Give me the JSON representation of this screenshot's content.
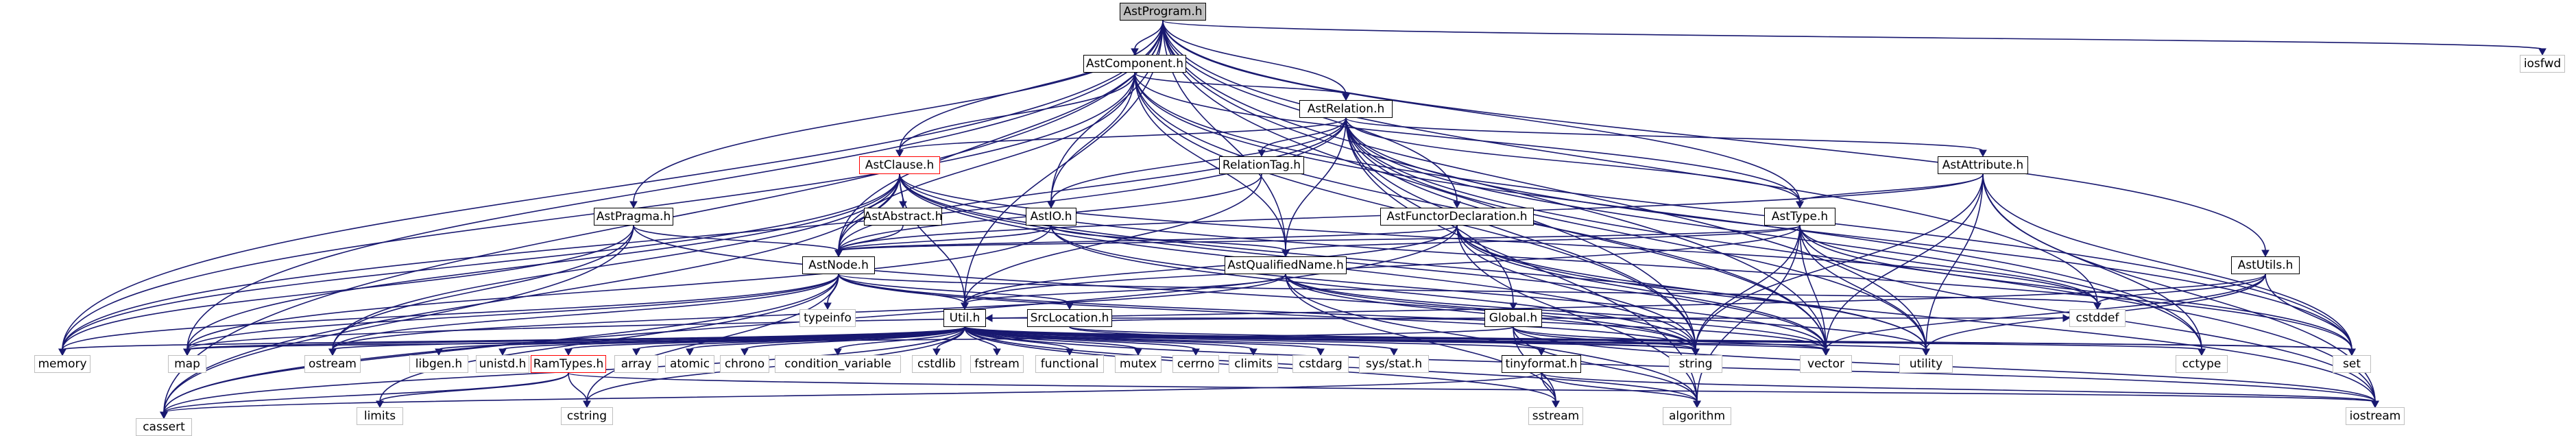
{
  "graph": {
    "root": "AstProgram.h",
    "nodes": [
      {
        "id": "AstProgram",
        "label": "AstProgram.h",
        "kind": "root"
      },
      {
        "id": "AstComponent",
        "label": "AstComponent.h",
        "kind": "internal"
      },
      {
        "id": "AstRelation",
        "label": "AstRelation.h",
        "kind": "internal"
      },
      {
        "id": "AstClause",
        "label": "AstClause.h",
        "kind": "incomplete"
      },
      {
        "id": "AstPragma",
        "label": "AstPragma.h",
        "kind": "internal"
      },
      {
        "id": "AstAbstract",
        "label": "AstAbstract.h",
        "kind": "internal"
      },
      {
        "id": "AstIO",
        "label": "AstIO.h",
        "kind": "internal"
      },
      {
        "id": "RelationTag",
        "label": "RelationTag.h",
        "kind": "internal"
      },
      {
        "id": "AstFunctorDeclaration",
        "label": "AstFunctorDeclaration.h",
        "kind": "internal"
      },
      {
        "id": "AstAttribute",
        "label": "AstAttribute.h",
        "kind": "internal"
      },
      {
        "id": "AstType",
        "label": "AstType.h",
        "kind": "internal"
      },
      {
        "id": "AstQualifiedName",
        "label": "AstQualifiedName.h",
        "kind": "internal"
      },
      {
        "id": "AstNode",
        "label": "AstNode.h",
        "kind": "internal"
      },
      {
        "id": "AstUtils",
        "label": "AstUtils.h",
        "kind": "internal"
      },
      {
        "id": "Global",
        "label": "Global.h",
        "kind": "internal"
      },
      {
        "id": "SrcLocation",
        "label": "SrcLocation.h",
        "kind": "internal"
      },
      {
        "id": "Util",
        "label": "Util.h",
        "kind": "internal"
      },
      {
        "id": "RamTypes",
        "label": "RamTypes.h",
        "kind": "incomplete"
      },
      {
        "id": "tinyformat",
        "label": "tinyformat.h",
        "kind": "internal"
      },
      {
        "id": "iosfwd",
        "label": "iosfwd",
        "kind": "external"
      },
      {
        "id": "typeinfo",
        "label": "typeinfo",
        "kind": "external"
      },
      {
        "id": "cstddef",
        "label": "cstddef",
        "kind": "external"
      },
      {
        "id": "memory",
        "label": "memory",
        "kind": "external"
      },
      {
        "id": "map",
        "label": "map",
        "kind": "external"
      },
      {
        "id": "ostream",
        "label": "ostream",
        "kind": "external"
      },
      {
        "id": "libgen",
        "label": "libgen.h",
        "kind": "external"
      },
      {
        "id": "unistd",
        "label": "unistd.h",
        "kind": "external"
      },
      {
        "id": "array",
        "label": "array",
        "kind": "external"
      },
      {
        "id": "atomic",
        "label": "atomic",
        "kind": "external"
      },
      {
        "id": "chrono",
        "label": "chrono",
        "kind": "external"
      },
      {
        "id": "condition_variable",
        "label": "condition_variable",
        "kind": "external"
      },
      {
        "id": "cstdlib",
        "label": "cstdlib",
        "kind": "external"
      },
      {
        "id": "fstream",
        "label": "fstream",
        "kind": "external"
      },
      {
        "id": "functional",
        "label": "functional",
        "kind": "external"
      },
      {
        "id": "mutex",
        "label": "mutex",
        "kind": "external"
      },
      {
        "id": "cerrno",
        "label": "cerrno",
        "kind": "external"
      },
      {
        "id": "climits",
        "label": "climits",
        "kind": "external"
      },
      {
        "id": "cstdarg",
        "label": "cstdarg",
        "kind": "external"
      },
      {
        "id": "sysstat",
        "label": "sys/stat.h",
        "kind": "external"
      },
      {
        "id": "string",
        "label": "string",
        "kind": "external"
      },
      {
        "id": "vector",
        "label": "vector",
        "kind": "external"
      },
      {
        "id": "utility",
        "label": "utility",
        "kind": "external"
      },
      {
        "id": "cctype",
        "label": "cctype",
        "kind": "external"
      },
      {
        "id": "set",
        "label": "set",
        "kind": "external"
      },
      {
        "id": "cassert",
        "label": "cassert",
        "kind": "external"
      },
      {
        "id": "limits",
        "label": "limits",
        "kind": "external"
      },
      {
        "id": "cstring",
        "label": "cstring",
        "kind": "external"
      },
      {
        "id": "sstream",
        "label": "sstream",
        "kind": "external"
      },
      {
        "id": "algorithm",
        "label": "algorithm",
        "kind": "external"
      },
      {
        "id": "iostream",
        "label": "iostream",
        "kind": "external"
      }
    ],
    "edges": [
      [
        "AstProgram",
        "AstComponent"
      ],
      [
        "AstProgram",
        "AstRelation"
      ],
      [
        "AstProgram",
        "AstClause"
      ],
      [
        "AstProgram",
        "AstPragma"
      ],
      [
        "AstProgram",
        "AstIO"
      ],
      [
        "AstProgram",
        "AstFunctorDeclaration"
      ],
      [
        "AstProgram",
        "AstType"
      ],
      [
        "AstProgram",
        "AstQualifiedName"
      ],
      [
        "AstProgram",
        "AstNode"
      ],
      [
        "AstProgram",
        "AstUtils"
      ],
      [
        "AstProgram",
        "iosfwd"
      ],
      [
        "AstProgram",
        "cstddef"
      ],
      [
        "AstProgram",
        "memory"
      ],
      [
        "AstProgram",
        "map"
      ],
      [
        "AstProgram",
        "cassert"
      ],
      [
        "AstProgram",
        "string"
      ],
      [
        "AstProgram",
        "vector"
      ],
      [
        "AstProgram",
        "utility"
      ],
      [
        "AstProgram",
        "Util"
      ],
      [
        "AstComponent",
        "AstRelation"
      ],
      [
        "AstComponent",
        "AstClause"
      ],
      [
        "AstComponent",
        "AstIO"
      ],
      [
        "AstComponent",
        "AstType"
      ],
      [
        "AstComponent",
        "AstQualifiedName"
      ],
      [
        "AstComponent",
        "AstNode"
      ],
      [
        "AstComponent",
        "memory"
      ],
      [
        "AstComponent",
        "string"
      ],
      [
        "AstComponent",
        "vector"
      ],
      [
        "AstComponent",
        "cctype"
      ],
      [
        "AstComponent",
        "set"
      ],
      [
        "AstRelation",
        "AstClause"
      ],
      [
        "AstRelation",
        "AstIO"
      ],
      [
        "AstRelation",
        "RelationTag"
      ],
      [
        "AstRelation",
        "AstAttribute"
      ],
      [
        "AstRelation",
        "AstType"
      ],
      [
        "AstRelation",
        "AstQualifiedName"
      ],
      [
        "AstRelation",
        "AstNode"
      ],
      [
        "AstRelation",
        "Global"
      ],
      [
        "AstRelation",
        "memory"
      ],
      [
        "AstRelation",
        "string"
      ],
      [
        "AstRelation",
        "vector"
      ],
      [
        "AstRelation",
        "set"
      ],
      [
        "AstRelation",
        "iostream"
      ],
      [
        "AstRelation",
        "utility"
      ],
      [
        "AstRelation",
        "cctype"
      ],
      [
        "AstRelation",
        "algorithm"
      ],
      [
        "AstClause",
        "AstAbstract"
      ],
      [
        "AstClause",
        "AstNode"
      ],
      [
        "AstClause",
        "Util"
      ],
      [
        "AstClause",
        "memory"
      ],
      [
        "AstClause",
        "map"
      ],
      [
        "AstClause",
        "ostream"
      ],
      [
        "AstClause",
        "cassert"
      ],
      [
        "AstClause",
        "string"
      ],
      [
        "AstClause",
        "vector"
      ],
      [
        "AstClause",
        "utility"
      ],
      [
        "AstClause",
        "cstddef"
      ],
      [
        "AstClause",
        "set"
      ],
      [
        "AstPragma",
        "AstNode"
      ],
      [
        "AstPragma",
        "memory"
      ],
      [
        "AstPragma",
        "ostream"
      ],
      [
        "AstPragma",
        "string"
      ],
      [
        "AstPragma",
        "cassert"
      ],
      [
        "AstAbstract",
        "AstNode"
      ],
      [
        "AstIO",
        "AstNode"
      ],
      [
        "AstIO",
        "AstQualifiedName"
      ],
      [
        "AstIO",
        "string"
      ],
      [
        "AstIO",
        "map"
      ],
      [
        "AstIO",
        "vector"
      ],
      [
        "RelationTag",
        "AstNode"
      ],
      [
        "RelationTag",
        "Util"
      ],
      [
        "AstFunctorDeclaration",
        "AstNode"
      ],
      [
        "AstFunctorDeclaration",
        "Util"
      ],
      [
        "AstFunctorDeclaration",
        "string"
      ],
      [
        "AstFunctorDeclaration",
        "vector"
      ],
      [
        "AstFunctorDeclaration",
        "cassert"
      ],
      [
        "AstFunctorDeclaration",
        "utility"
      ],
      [
        "AstFunctorDeclaration",
        "iostream"
      ],
      [
        "AstFunctorDeclaration",
        "algorithm"
      ],
      [
        "AstAttribute",
        "AstType"
      ],
      [
        "AstAttribute",
        "AstNode"
      ],
      [
        "AstAttribute",
        "string"
      ],
      [
        "AstAttribute",
        "vector"
      ],
      [
        "AstAttribute",
        "utility"
      ],
      [
        "AstAttribute",
        "set"
      ],
      [
        "AstAttribute",
        "cctype"
      ],
      [
        "AstAttribute",
        "iostream"
      ],
      [
        "AstType",
        "AstQualifiedName"
      ],
      [
        "AstType",
        "AstNode"
      ],
      [
        "AstType",
        "Util"
      ],
      [
        "AstType",
        "string"
      ],
      [
        "AstType",
        "vector"
      ],
      [
        "AstType",
        "set"
      ],
      [
        "AstType",
        "utility"
      ],
      [
        "AstType",
        "iostream"
      ],
      [
        "AstType",
        "cstddef"
      ],
      [
        "AstType",
        "algorithm"
      ],
      [
        "AstQualifiedName",
        "Util"
      ],
      [
        "AstQualifiedName",
        "string"
      ],
      [
        "AstQualifiedName",
        "vector"
      ],
      [
        "AstQualifiedName",
        "ostream"
      ],
      [
        "AstQualifiedName",
        "sstream"
      ],
      [
        "AstQualifiedName",
        "algorithm"
      ],
      [
        "AstQualifiedName",
        "utility"
      ],
      [
        "AstNode",
        "SrcLocation"
      ],
      [
        "AstNode",
        "Util"
      ],
      [
        "AstNode",
        "typeinfo"
      ],
      [
        "AstNode",
        "cstddef"
      ],
      [
        "AstNode",
        "memory"
      ],
      [
        "AstNode",
        "map"
      ],
      [
        "AstNode",
        "ostream"
      ],
      [
        "AstNode",
        "string"
      ],
      [
        "AstNode",
        "vector"
      ],
      [
        "AstNode",
        "cassert"
      ],
      [
        "AstNode",
        "limits"
      ],
      [
        "AstNode",
        "cstring"
      ],
      [
        "AstUtils",
        "cstddef"
      ],
      [
        "AstUtils",
        "map"
      ],
      [
        "AstUtils",
        "set"
      ],
      [
        "AstUtils",
        "vector"
      ],
      [
        "AstUtils",
        "utility"
      ],
      [
        "Global",
        "Util"
      ],
      [
        "Global",
        "string"
      ],
      [
        "Global",
        "vector"
      ],
      [
        "Global",
        "map"
      ],
      [
        "Global",
        "algorithm"
      ],
      [
        "Global",
        "sstream"
      ],
      [
        "Global",
        "iostream"
      ],
      [
        "SrcLocation",
        "string"
      ],
      [
        "SrcLocation",
        "cstddef"
      ],
      [
        "SrcLocation",
        "set"
      ],
      [
        "Util",
        "RamTypes"
      ],
      [
        "Util",
        "tinyformat"
      ],
      [
        "Util",
        "memory"
      ],
      [
        "Util",
        "map"
      ],
      [
        "Util",
        "ostream"
      ],
      [
        "Util",
        "libgen"
      ],
      [
        "Util",
        "unistd"
      ],
      [
        "Util",
        "array"
      ],
      [
        "Util",
        "atomic"
      ],
      [
        "Util",
        "chrono"
      ],
      [
        "Util",
        "condition_variable"
      ],
      [
        "Util",
        "cstdlib"
      ],
      [
        "Util",
        "fstream"
      ],
      [
        "Util",
        "functional"
      ],
      [
        "Util",
        "mutex"
      ],
      [
        "Util",
        "cerrno"
      ],
      [
        "Util",
        "climits"
      ],
      [
        "Util",
        "cstdarg"
      ],
      [
        "Util",
        "sysstat"
      ],
      [
        "Util",
        "string"
      ],
      [
        "Util",
        "vector"
      ],
      [
        "Util",
        "utility"
      ],
      [
        "Util",
        "cctype"
      ],
      [
        "Util",
        "set"
      ],
      [
        "Util",
        "cassert"
      ],
      [
        "Util",
        "algorithm"
      ],
      [
        "Util",
        "sstream"
      ],
      [
        "Util",
        "iostream"
      ],
      [
        "Util",
        "cstring"
      ],
      [
        "RamTypes",
        "cassert"
      ],
      [
        "RamTypes",
        "cstring"
      ],
      [
        "RamTypes",
        "limits"
      ],
      [
        "RamTypes",
        "iostream"
      ],
      [
        "tinyformat",
        "algorithm"
      ],
      [
        "tinyformat",
        "cassert"
      ],
      [
        "tinyformat",
        "iostream"
      ],
      [
        "tinyformat",
        "sstream"
      ]
    ]
  }
}
